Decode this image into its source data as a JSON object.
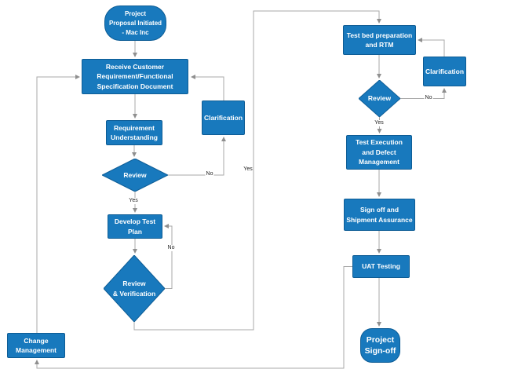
{
  "diagram": {
    "type": "flowchart",
    "colors": {
      "node_fill": "#1879bd",
      "node_border": "#0d5c95",
      "node_text": "#ffffff",
      "connector": "#a8a8a8",
      "edge_label_text": "#222222",
      "background": "#ffffff"
    }
  },
  "nodes": {
    "start": {
      "shape": "terminator",
      "label": "Project\nProposal Initiated\n- Mac Inc"
    },
    "receive": {
      "shape": "process",
      "label": "Receive Customer\nRequirement/Functional\nSpecification Document"
    },
    "requirement": {
      "shape": "process",
      "label": "Requirement\nUnderstanding"
    },
    "review1": {
      "shape": "decision",
      "label": "Review"
    },
    "clarification1": {
      "shape": "process",
      "label": "Clarification"
    },
    "develop": {
      "shape": "process",
      "label": "Develop Test\nPlan"
    },
    "review_verification": {
      "shape": "decision",
      "label": "Review\n& Verification"
    },
    "change_management": {
      "shape": "process",
      "label": "Change\nManagement"
    },
    "testbed": {
      "shape": "process",
      "label": "Test bed preparation\nand RTM"
    },
    "clarification2": {
      "shape": "process",
      "label": "Clarification"
    },
    "review2": {
      "shape": "decision",
      "label": "Review"
    },
    "test_execution": {
      "shape": "process",
      "label": "Test Execution\nand Defect\nManagement"
    },
    "sign_off_shipment": {
      "shape": "process",
      "label": "Sign off and\nShipment Assurance"
    },
    "uat": {
      "shape": "process",
      "label": "UAT Testing"
    },
    "project_signoff": {
      "shape": "terminator",
      "label": "Project\nSign-off"
    }
  },
  "edge_labels": {
    "review1_no": "No",
    "review1_yes": "Yes",
    "review_verification_no": "No",
    "review_verification_yes": "Yes",
    "review2_no": "No",
    "review2_yes": "Yes"
  }
}
